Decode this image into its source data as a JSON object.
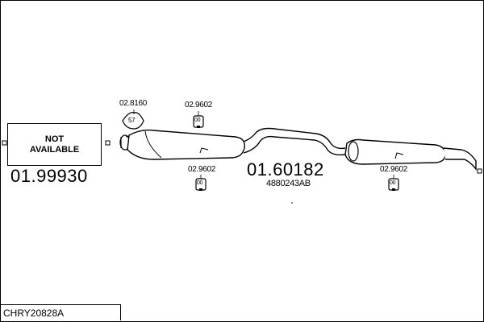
{
  "not_available": {
    "line1": "NOT",
    "line2": "AVAILABLE"
  },
  "part_left": {
    "number": "01.99930"
  },
  "part_main": {
    "number": "01.60182",
    "oe_number": "4880243AB"
  },
  "fittings": [
    {
      "ref": "02.8160",
      "icon_label": "57"
    },
    {
      "ref": "02.9602",
      "icon_label": "00"
    },
    {
      "ref": "02.9602",
      "icon_label": "00"
    },
    {
      "ref": "02.9602",
      "icon_label": "00"
    }
  ],
  "vehicle_code": "CHRY20828A"
}
